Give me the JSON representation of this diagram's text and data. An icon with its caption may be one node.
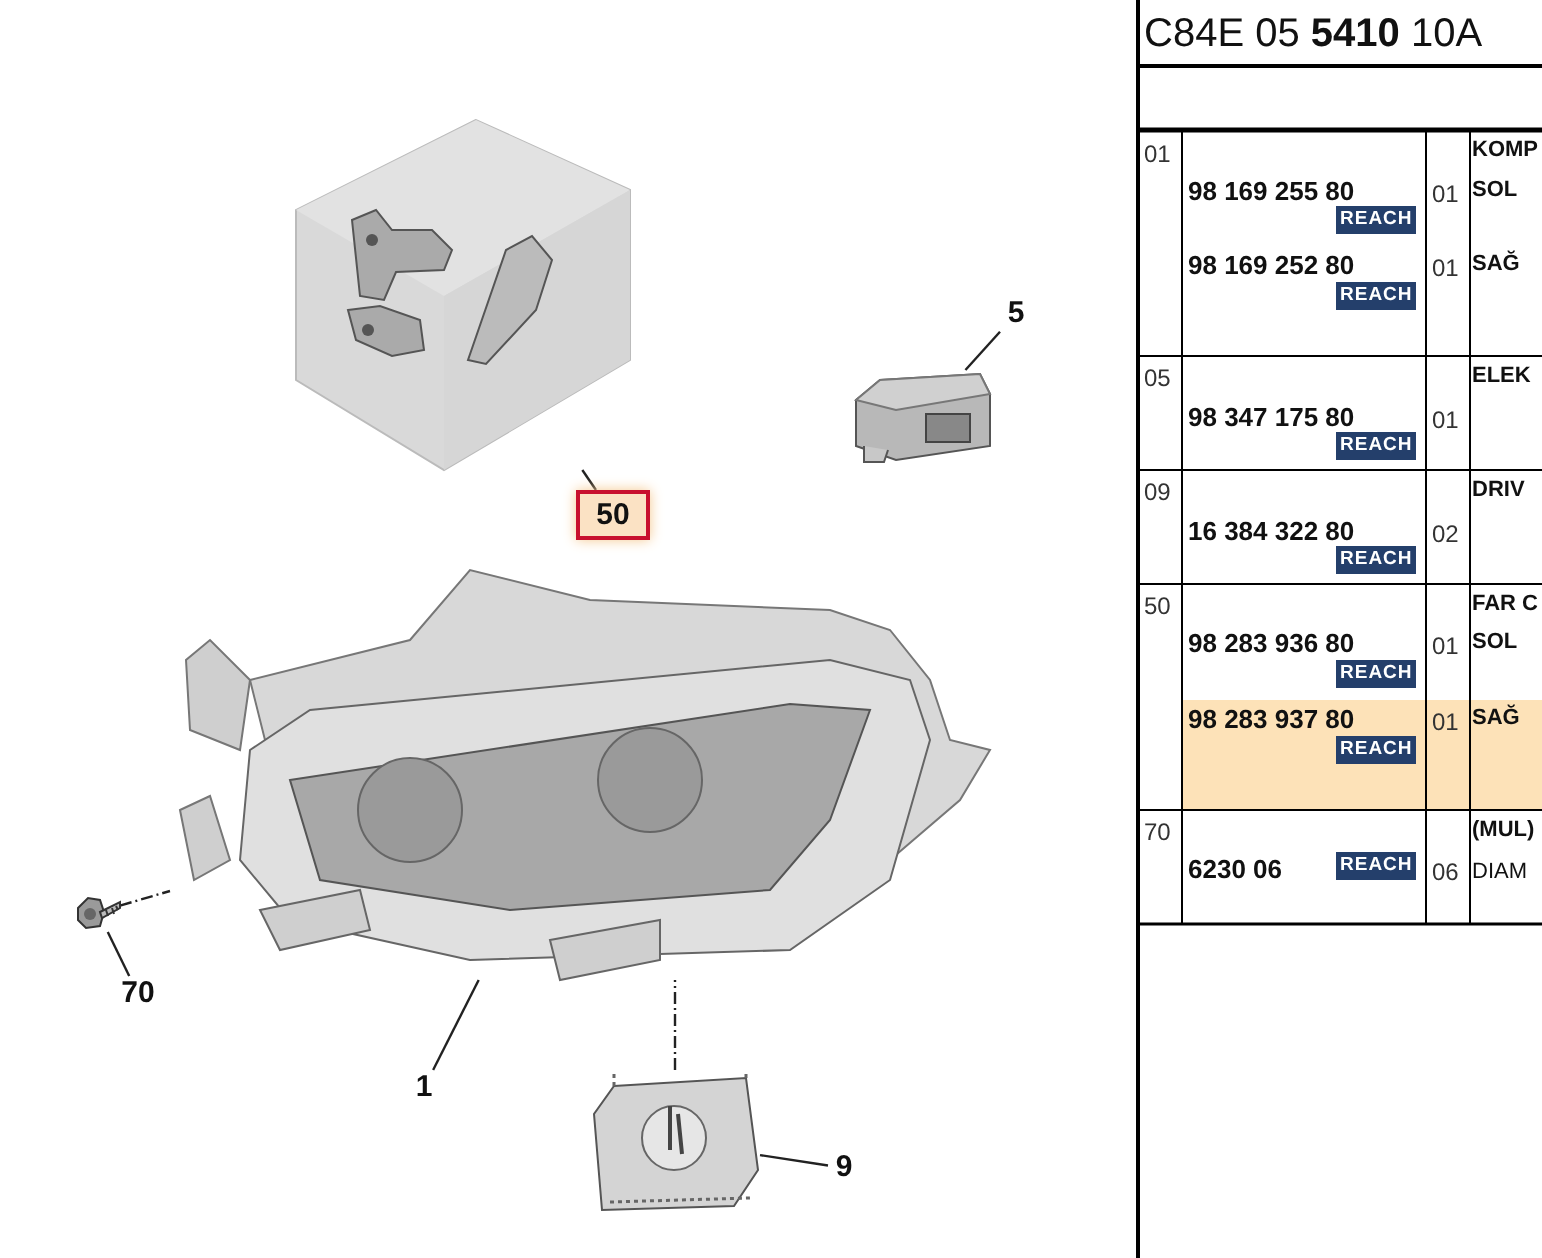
{
  "diagram": {
    "nodes": [
      {
        "text": [
          "50"
        ]
      },
      {
        "text": [],
        "shape": "picture"
      },
      {
        "text": [
          "5"
        ]
      },
      {
        "text": [],
        "shape": "picture"
      },
      {
        "text": [],
        "shape": "picture"
      },
      {
        "text": [
          "70"
        ]
      },
      {
        "text": [],
        "shape": "picture"
      },
      {
        "text": [
          "1"
        ]
      },
      {
        "text": [
          "9"
        ]
      },
      {
        "text": [],
        "shape": "picture"
      }
    ],
    "edges": [
      {
        "from": 0,
        "to": 1,
        "arrow": "none"
      },
      {
        "from": 2,
        "to": 3,
        "arrow": "none"
      },
      {
        "from": 5,
        "to": 6,
        "arrow": "none"
      },
      {
        "from": 6,
        "to": 4,
        "arrow": "none",
        "style": "dashed"
      },
      {
        "from": 7,
        "to": 4,
        "arrow": "none"
      },
      {
        "from": 9,
        "to": 4,
        "arrow": "none",
        "style": "dashed"
      },
      {
        "from": 8,
        "to": 9,
        "arrow": "none"
      }
    ],
    "labels": [
      "C84E 05 **5410** 10A",
      "01",
      "KOMP",
      "98 169 255 80",
      "01",
      "SOL",
      "REACH",
      "98 169 252 80",
      "01",
      "SAĞ",
      "REACH",
      "05",
      "ELEK",
      "98 347 175 80",
      "01",
      "REACH",
      "09",
      "DRIV",
      "16 384 322 80",
      "02",
      "REACH",
      "50",
      "FAR C",
      "98 283 936 80",
      "01",
      "SOL",
      "REACH",
      "98 283 937 80",
      "01",
      "SAĞ",
      "REACH",
      "70",
      "(MUL)",
      "6230 06",
      "REACH",
      "06",
      "DIAM"
    ]
  }
}
